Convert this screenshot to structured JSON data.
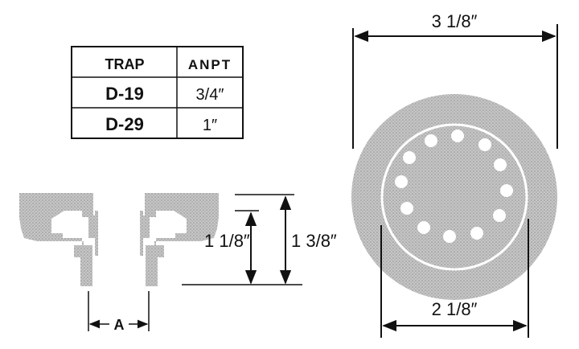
{
  "table": {
    "header_trap": "TRAP",
    "header_anpt": "ANPT",
    "rows": [
      {
        "trap": "D-19",
        "anpt": "3/4″"
      },
      {
        "trap": "D-29",
        "anpt": "1″"
      }
    ]
  },
  "dimensions": {
    "outer_diameter": "3 1/8″",
    "inner_diameter": "2 1/8″",
    "inner_height": "1 1/8″",
    "overall_height": "1 3/8″",
    "pipe": "A"
  },
  "colors": {
    "line": "#111111",
    "stipple": "#b9b9b9",
    "stipple_dark": "#8f8f8f",
    "hole": "#ffffff"
  }
}
